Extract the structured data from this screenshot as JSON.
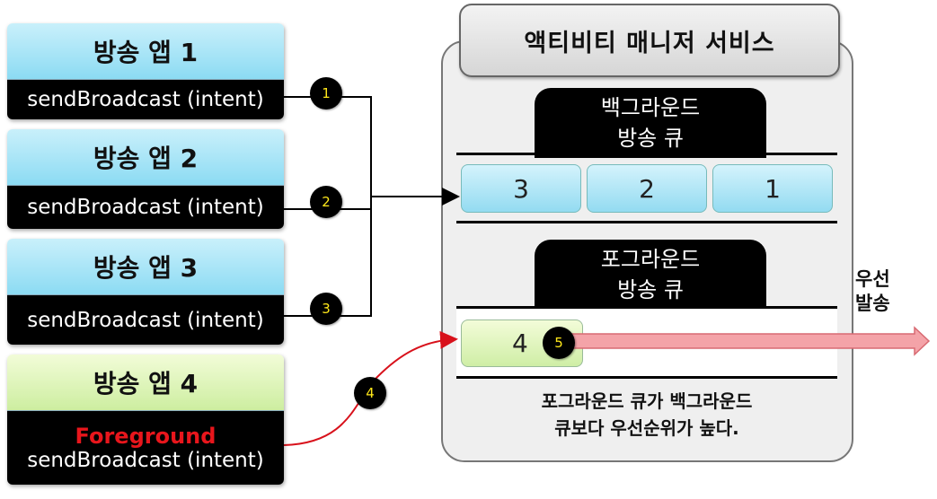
{
  "apps": [
    {
      "name": "방송 앱 1",
      "call": "sendBroadcast (intent)",
      "badge": "1"
    },
    {
      "name": "방송 앱 2",
      "call": "sendBroadcast (intent)",
      "badge": "2"
    },
    {
      "name": "방송 앱 3",
      "call": "sendBroadcast (intent)",
      "badge": "3"
    },
    {
      "name": "방송 앱 4",
      "flag": "Foreground",
      "call": "sendBroadcast (intent)",
      "badge": "4"
    }
  ],
  "service": {
    "title": "액티비티 매니저 서비스",
    "background_queue": {
      "label_line1": "백그라운드",
      "label_line2": "방송 큐",
      "items": [
        "3",
        "2",
        "1"
      ]
    },
    "foreground_queue": {
      "label_line1": "포그라운드",
      "label_line2": "방송 큐",
      "items": [
        "4"
      ],
      "dispatch_badge": "5"
    },
    "note_line1": "포그라운드 큐가 백그라운드",
    "note_line2": "큐보다 우선순위가 높다."
  },
  "priority_label_line1": "우선",
  "priority_label_line2": "발송",
  "colors": {
    "app_blue": "#8cdbf3",
    "app_green": "#cdeea0",
    "foreground_text": "#e8161c",
    "badge_text": "#ffe81a",
    "arrow_red": "#f4a3a8"
  }
}
